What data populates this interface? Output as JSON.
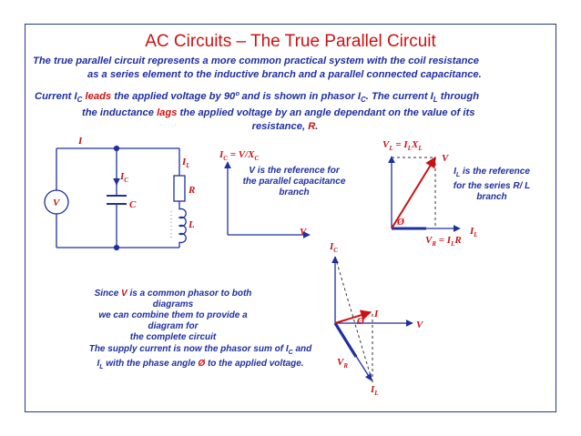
{
  "title": "AC Circuits – The True Parallel Circuit",
  "intro": {
    "line1": "The true parallel circuit represents a more common practical system with the coil resistance",
    "line2": "as a series element to the inductive branch and a parallel connected capacitance."
  },
  "current_para": {
    "p1": "Current ",
    "ic_sym": "I",
    "ic_sub": "C",
    "leads": " leads",
    "p2": " the applied voltage by 90º and is shown in phasor ",
    "ic2_sym": "I",
    "ic2_sub": "C",
    "p3": ". The current ",
    "il_sym": "I",
    "il_sub": "L",
    "p4": " through",
    "line2a": "the inductance ",
    "lags": "lags",
    "line2b": " the applied voltage by an angle dependant on the value of its",
    "line3a": "resistance, ",
    "r_sym": "R",
    "line3b": "."
  },
  "circuit": {
    "i": "I",
    "ic": "I",
    "ic_sub": "C",
    "c": "C",
    "il": "I",
    "il_sub": "L",
    "r": "R",
    "l": "L",
    "v": "V"
  },
  "cap_phasor": {
    "ic_label": "I",
    "ic_sub": "C",
    "eq": " = V/X",
    "eq_sub": "C",
    "v": "V",
    "note1": "V is the reference for",
    "note2": "the parallel capacitance",
    "note3": "branch"
  },
  "ind_phasor": {
    "vl": "V",
    "vl_sub": "L",
    "vl_eq": " = I",
    "vl_eq_sub": "L",
    "vl_x": "X",
    "vl_x_sub": "L",
    "v": "V",
    "phi": "Ø",
    "vr": "V",
    "vr_sub": "R",
    "vr_eq": " = I",
    "vr_eq_sub": "L",
    "vr_r": "R",
    "il": "I",
    "il_sub": "L",
    "note_a": "I",
    "note_a_sub": "L",
    "note1": " is the reference",
    "note2": "for the series R/ L",
    "note3": "branch"
  },
  "combined": {
    "ic": "I",
    "ic_sub": "C",
    "i": "I",
    "phi": "Ø",
    "v": "V",
    "vr": "V",
    "vr_sub": "R",
    "il": "I",
    "il_sub": "L"
  },
  "since_note": {
    "a": "Since ",
    "v": "V",
    "b": " is a common phasor to both diagrams",
    "line2": "we can combine them to provide a diagram for",
    "line3": "the complete circuit"
  },
  "supply_note": {
    "a": "The supply current is now the phasor sum of ",
    "ic": "I",
    "ic_sub": "C",
    "b": " and",
    "il": "I",
    "il_sub": "L",
    "c": " with the phase angle ",
    "phi": "Ø",
    "d": " to the applied voltage."
  },
  "colors": {
    "red": "#cc1111",
    "blue": "#1e2fa0",
    "border": "#1e3a8a"
  }
}
